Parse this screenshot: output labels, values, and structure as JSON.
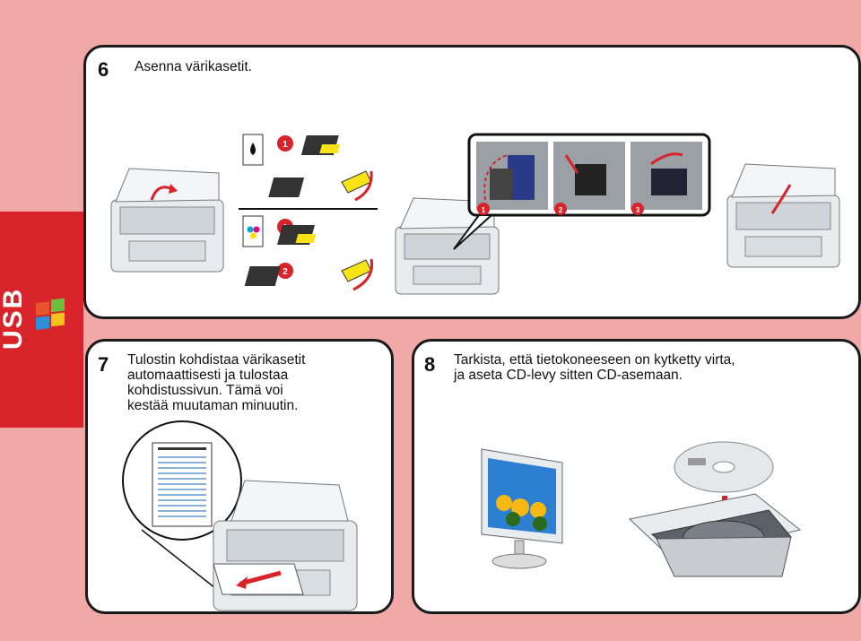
{
  "side_tab": {
    "label": "USB"
  },
  "step6": {
    "number": "6",
    "text": "Asenna värikasetit."
  },
  "step7": {
    "number": "7",
    "lines": [
      "Tulostin kohdistaa värikasetit",
      "automaattisesti ja tulostaa",
      "kohdistussivun. Tämä voi",
      "kestää muutaman minuutin."
    ]
  },
  "step8": {
    "number": "8",
    "lines": [
      "Tarkista, että tietokoneeseen on kytketty virta,",
      "ja aseta CD-levy sitten CD-asemaan."
    ]
  },
  "callouts": {
    "black_step1": "1",
    "black_step2": "2",
    "color_step1": "1",
    "color_step2": "2",
    "zoom_step1": "1",
    "zoom_step2": "2",
    "zoom_step3": "3"
  },
  "colors": {
    "background": "#f0a9a7",
    "tab": "#d8232a",
    "callout": "#d8232a",
    "frame": "#1a1a1a"
  },
  "icons": [
    "windows-logo-icon",
    "black-ink-drop-icon",
    "color-ink-drops-icon",
    "printer-icon",
    "ink-cartridge-icon",
    "monitor-icon",
    "cd-disc-icon",
    "cd-drive-icon"
  ]
}
